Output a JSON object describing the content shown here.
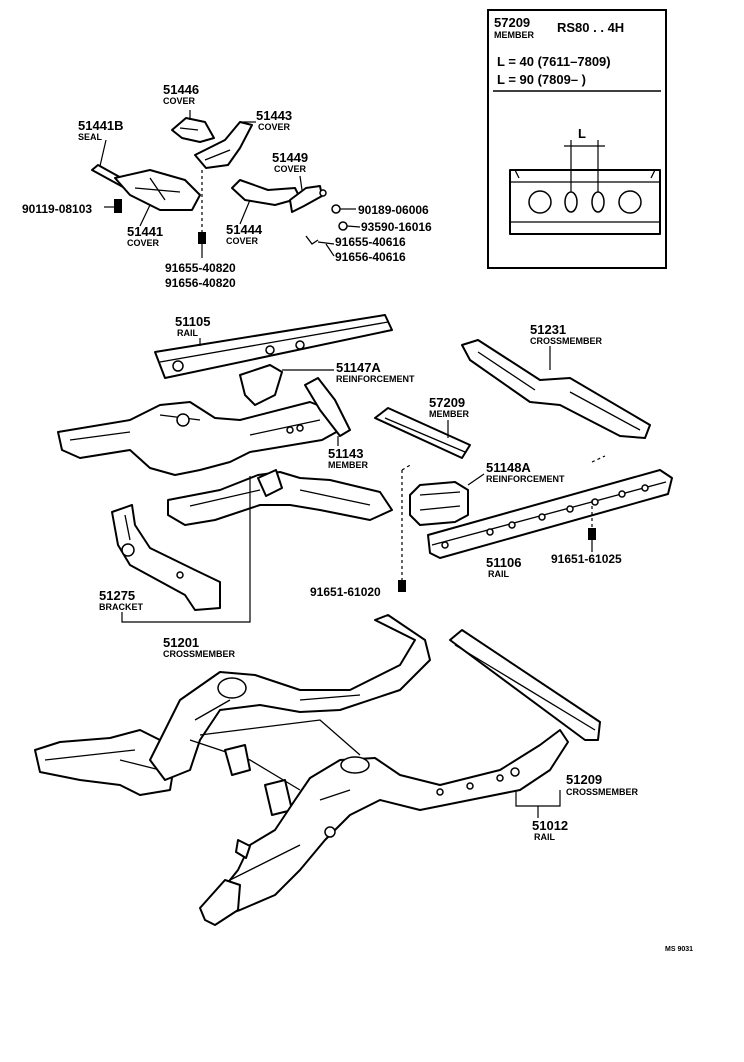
{
  "inset": {
    "part_number": "57209",
    "part_name": "MEMBER",
    "model": "RS80 . . 4H",
    "spec_line_1": "L = 40 (7611–7809)",
    "spec_line_2": "L = 90 (7809–        )",
    "dimension_label": "L"
  },
  "parts": {
    "p51446": {
      "num": "51446",
      "name": "COVER"
    },
    "p51443": {
      "num": "51443",
      "name": "COVER"
    },
    "p51441B": {
      "num": "51441B",
      "name": "SEAL"
    },
    "p51449": {
      "num": "51449",
      "name": "COVER"
    },
    "p51441": {
      "num": "51441",
      "name": "COVER"
    },
    "p51444": {
      "num": "51444",
      "name": "COVER"
    },
    "p51105": {
      "num": "51105",
      "name": "RAIL"
    },
    "p51147A": {
      "num": "51147A",
      "name": "REINFORCEMENT"
    },
    "p51231": {
      "num": "51231",
      "name": "CROSSMEMBER"
    },
    "p57209": {
      "num": "57209",
      "name": "MEMBER"
    },
    "p51143": {
      "num": "51143",
      "name": "MEMBER"
    },
    "p51148A": {
      "num": "51148A",
      "name": "REINFORCEMENT"
    },
    "p51106": {
      "num": "51106",
      "name": "RAIL"
    },
    "p51275": {
      "num": "51275",
      "name": "BRACKET"
    },
    "p51201": {
      "num": "51201",
      "name": "CROSSMEMBER"
    },
    "p51209": {
      "num": "51209",
      "name": "CROSSMEMBER"
    },
    "p51012": {
      "num": "51012",
      "name": "RAIL"
    }
  },
  "fasteners": {
    "f90119": "90119-08103",
    "f90189": "90189-06006",
    "f93590": "93590-16016",
    "f91655_40616": "91655-40616",
    "f91656_40616": "91656-40616",
    "f91655_40820": "91655-40820",
    "f91656_40820": "91656-40820",
    "f91651_61025": "91651-61025",
    "f91651_61020": "91651-61020"
  },
  "footer": {
    "code": "MS 9031"
  }
}
